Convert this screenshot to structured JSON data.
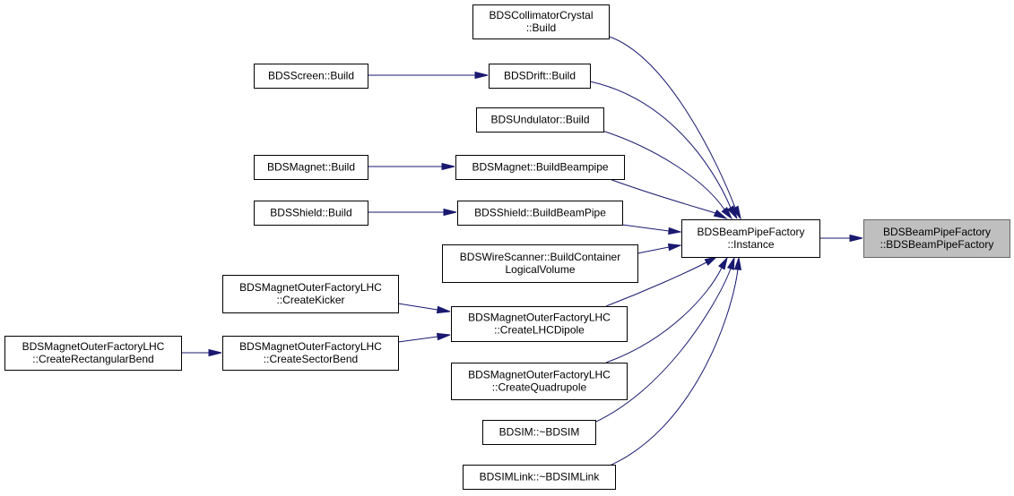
{
  "graph": {
    "nodes": [
      {
        "id": "focus",
        "name": "node-bdsbeampipefactory-constructor",
        "lines": [
          "BDSBeamPipeFactory",
          "::BDSBeamPipeFactory"
        ],
        "highlight": true
      },
      {
        "id": "instance",
        "name": "node-bdsbeampipefactory-instance",
        "lines": [
          "BDSBeamPipeFactory",
          "::Instance"
        ]
      },
      {
        "id": "collimator",
        "name": "node-bdscollimatorcrystal-build",
        "lines": [
          "BDSCollimatorCrystal",
          "::Build"
        ]
      },
      {
        "id": "drift",
        "name": "node-bdsdrift-build",
        "lines": [
          "BDSDrift::Build"
        ]
      },
      {
        "id": "screen",
        "name": "node-bdsscreen-build",
        "lines": [
          "BDSScreen::Build"
        ]
      },
      {
        "id": "undulator",
        "name": "node-bdsundulator-build",
        "lines": [
          "BDSUndulator::Build"
        ]
      },
      {
        "id": "magbeampipe",
        "name": "node-bdsmagnet-buildbeampipe",
        "lines": [
          "BDSMagnet::BuildBeampipe"
        ]
      },
      {
        "id": "magbuild",
        "name": "node-bdsmagnet-build",
        "lines": [
          "BDSMagnet::Build"
        ]
      },
      {
        "id": "shieldbeampipe",
        "name": "node-bdsshield-buildbeampipe",
        "lines": [
          "BDSShield::BuildBeamPipe"
        ]
      },
      {
        "id": "shieldbuild",
        "name": "node-bdsshield-build",
        "lines": [
          "BDSShield::Build"
        ]
      },
      {
        "id": "wirescanner",
        "name": "node-bdswirescanner-buildcontainer",
        "lines": [
          "BDSWireScanner::BuildContainer",
          "LogicalVolume"
        ]
      },
      {
        "id": "kicker",
        "name": "node-createkicker",
        "lines": [
          "BDSMagnetOuterFactoryLHC",
          "::CreateKicker"
        ]
      },
      {
        "id": "lhcdipole",
        "name": "node-createlhcdipole",
        "lines": [
          "BDSMagnetOuterFactoryLHC",
          "::CreateLHCDipole"
        ]
      },
      {
        "id": "rectbend",
        "name": "node-createrectangularbend",
        "lines": [
          "BDSMagnetOuterFactoryLHC",
          "::CreateRectangularBend"
        ]
      },
      {
        "id": "sectorbend",
        "name": "node-createsectorbend",
        "lines": [
          "BDSMagnetOuterFactoryLHC",
          "::CreateSectorBend"
        ]
      },
      {
        "id": "quadrupole",
        "name": "node-createquadrupole",
        "lines": [
          "BDSMagnetOuterFactoryLHC",
          "::CreateQuadrupole"
        ]
      },
      {
        "id": "bdsim",
        "name": "node-bdsim-destructor",
        "lines": [
          "BDSIM::~BDSIM"
        ]
      },
      {
        "id": "bdsimlink",
        "name": "node-bdsimlink-destructor",
        "lines": [
          "BDSIMLink::~BDSIMLink"
        ]
      }
    ],
    "edges": [
      {
        "from": "instance",
        "to": "focus"
      },
      {
        "from": "collimator",
        "to": "instance"
      },
      {
        "from": "drift",
        "to": "instance"
      },
      {
        "from": "screen",
        "to": "drift"
      },
      {
        "from": "undulator",
        "to": "instance"
      },
      {
        "from": "magbeampipe",
        "to": "instance"
      },
      {
        "from": "magbuild",
        "to": "magbeampipe"
      },
      {
        "from": "shieldbeampipe",
        "to": "instance"
      },
      {
        "from": "shieldbuild",
        "to": "shieldbeampipe"
      },
      {
        "from": "wirescanner",
        "to": "instance"
      },
      {
        "from": "lhcdipole",
        "to": "instance"
      },
      {
        "from": "kicker",
        "to": "lhcdipole"
      },
      {
        "from": "sectorbend",
        "to": "lhcdipole"
      },
      {
        "from": "rectbend",
        "to": "sectorbend"
      },
      {
        "from": "quadrupole",
        "to": "instance"
      },
      {
        "from": "bdsim",
        "to": "instance"
      },
      {
        "from": "bdsimlink",
        "to": "instance"
      }
    ],
    "colors": {
      "edge": "#191970",
      "node_border": "#000000",
      "highlight_fill": "#bfbfbf",
      "highlight_border": "#666666"
    }
  }
}
